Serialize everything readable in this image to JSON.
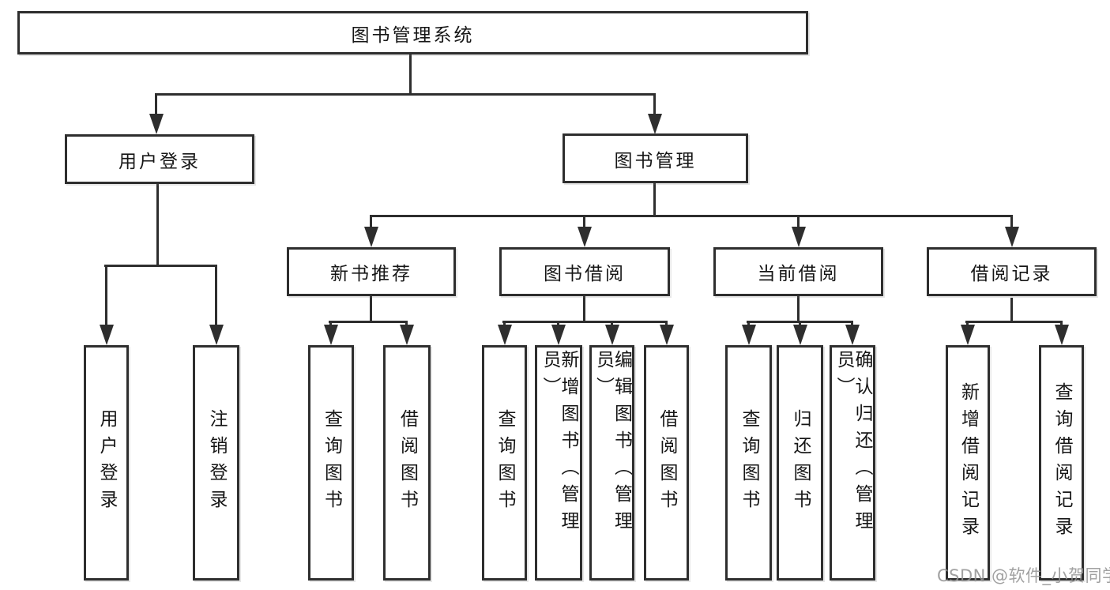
{
  "colors": {
    "background": "#ffffff",
    "line": "#2e2e2e",
    "text": "#161616",
    "watermark": "#949494"
  },
  "tree": {
    "root": {
      "label": "图书管理系统"
    },
    "branches": [
      {
        "label": "用户登录",
        "children": [
          {
            "label": "用户登录"
          },
          {
            "label": "注销登录"
          }
        ]
      },
      {
        "label": "图书管理",
        "children": [
          {
            "label": "新书推荐",
            "children": [
              {
                "label": "查询图书"
              },
              {
                "label": "借阅图书"
              }
            ]
          },
          {
            "label": "图书借阅",
            "children": [
              {
                "label": "查询图书"
              },
              {
                "label": "新增图书（管理员）"
              },
              {
                "label": "编辑图书（管理员）"
              },
              {
                "label": "借阅图书"
              }
            ]
          },
          {
            "label": "当前借阅",
            "children": [
              {
                "label": "查询图书"
              },
              {
                "label": "归还图书"
              },
              {
                "label": "确认归还（管理员）"
              }
            ]
          },
          {
            "label": "借阅记录",
            "children": [
              {
                "label": "新增借阅记录"
              },
              {
                "label": "查询借阅记录"
              }
            ]
          }
        ]
      }
    ]
  },
  "watermark": {
    "text": "CSDN @软件_小贺同学"
  }
}
